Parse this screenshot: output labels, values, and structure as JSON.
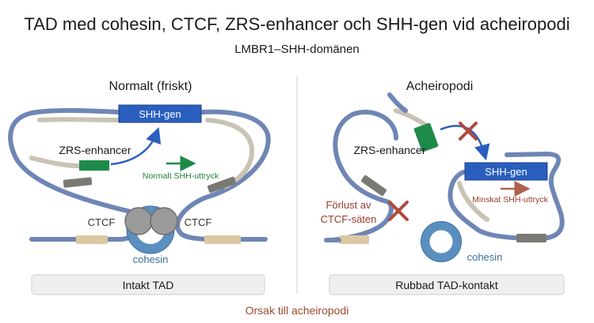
{
  "title": "TAD med cohesin, CTCF, ZRS-enhancer och SHH-gen vid acheiropodi",
  "subtitle": "LMBR1–SHH-domänen",
  "footer": "Orsak till acheiropodi",
  "colors": {
    "chromatin": "#6f86b5",
    "chromatin_light": "#c9c3b5",
    "gene": "#2a5fbf",
    "enhancer": "#1e8a4a",
    "ctcf_site": "#7a7a74",
    "tan_segment": "#dcc8a3",
    "cohesin": "#5b8fc0",
    "ctcf_protein": "#9a9a9a",
    "cross": "#b04a3a",
    "footer_text": "#9a4a2e"
  },
  "normal": {
    "heading": "Normalt (friskt)",
    "gene_label": "SHH-gen",
    "enhancer_label": "ZRS-enhancer",
    "expression_label": "Normalt SHH-uttryck",
    "ctcf_left": "CTCF",
    "ctcf_right": "CTCF",
    "cohesin_label": "cohesin",
    "status": "Intakt TAD"
  },
  "disease": {
    "heading": "Acheiropodi",
    "gene_label": "SHH-gen",
    "enhancer_label": "ZRS-enhancer",
    "expression_label": "Minskat SHH-uttryck",
    "loss_label_line1": "Förlust av",
    "loss_label_line2": "CTCF-säten",
    "cohesin_label": "cohesin",
    "status": "Rubbad TAD-kontakt"
  }
}
